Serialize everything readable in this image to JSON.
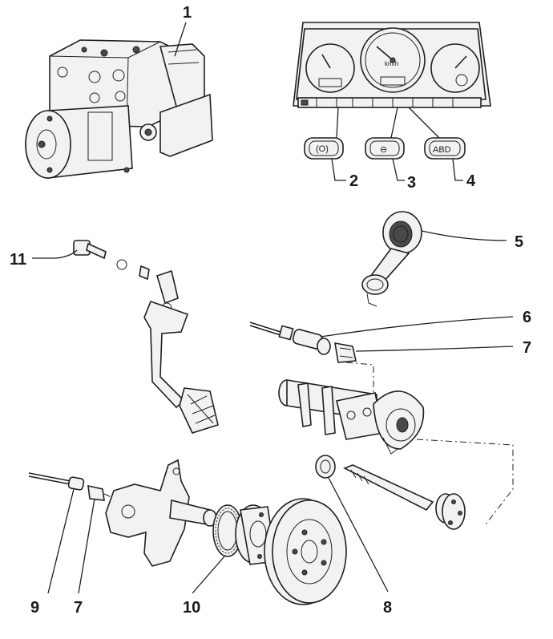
{
  "diagram": {
    "callouts": [
      "1",
      "2",
      "3",
      "4",
      "5",
      "6",
      "7",
      "8",
      "9",
      "10",
      "7",
      "11"
    ],
    "warning_lamps": [
      "(O)",
      "⊖",
      "ABD"
    ],
    "gauge_text": [
      "km/h"
    ]
  }
}
